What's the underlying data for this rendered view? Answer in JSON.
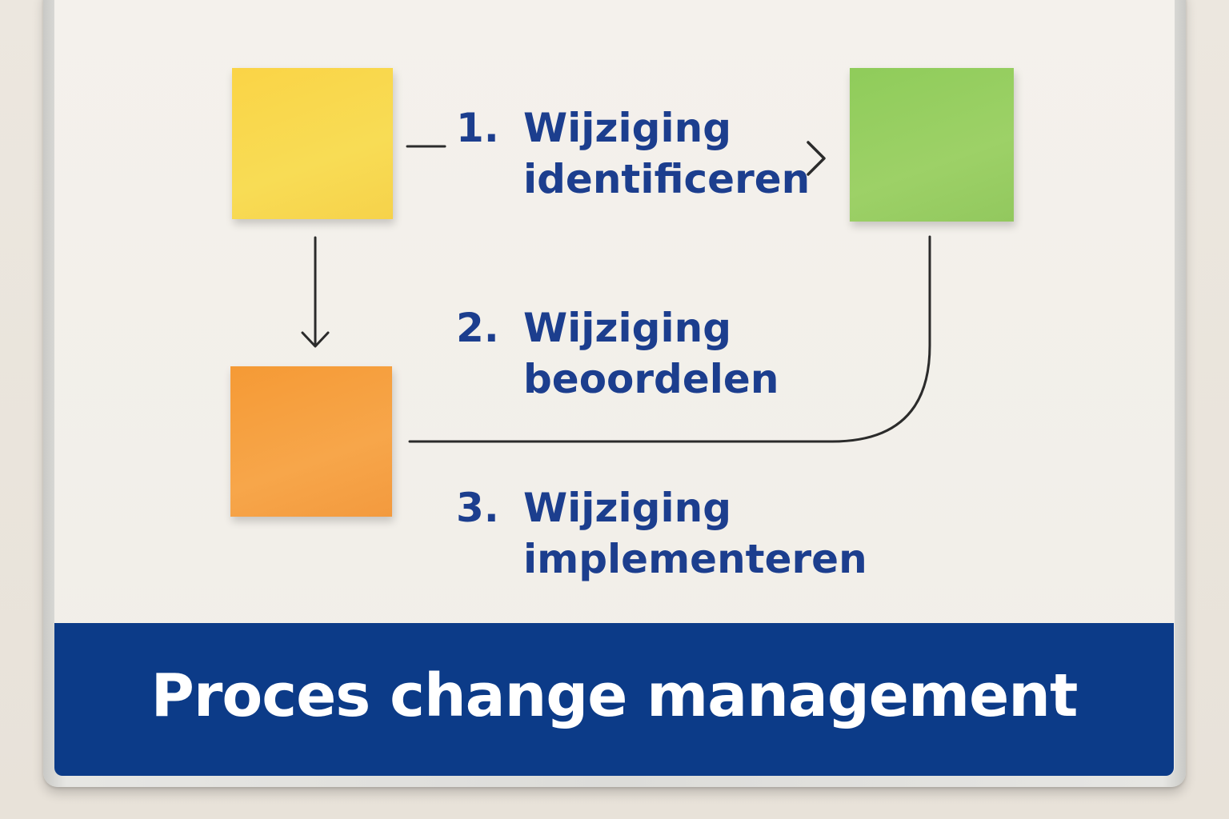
{
  "board": {
    "title": "Proces change management"
  },
  "steps": [
    {
      "number": "1.",
      "line1": "Wijziging",
      "line2": "identificeren"
    },
    {
      "number": "2.",
      "line1": "Wijziging",
      "line2": "beoordelen"
    },
    {
      "number": "3.",
      "line1": "Wijziging",
      "line2": "implementeren"
    }
  ],
  "notes": [
    {
      "color": "#f8d84e"
    },
    {
      "color": "#96cd60"
    },
    {
      "color": "#f6a244"
    }
  ],
  "colors": {
    "text_blue": "#1c3e8e",
    "title_bar": "#0c3b88",
    "board_surface": "#f3f0eb",
    "line": "#2b2b2b"
  }
}
